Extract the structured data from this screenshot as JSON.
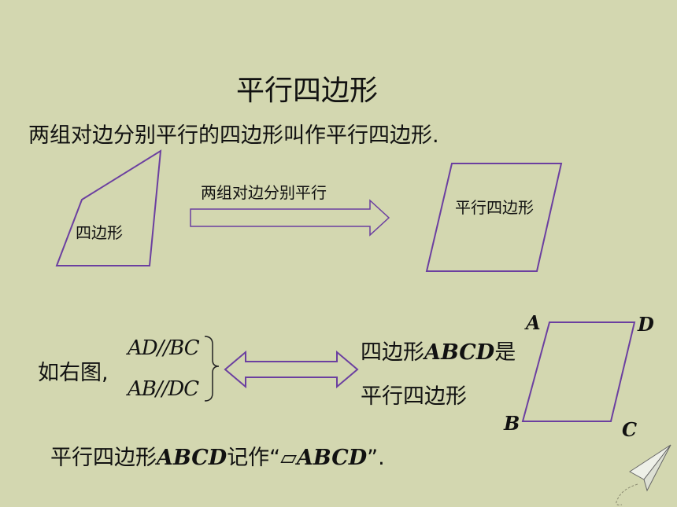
{
  "title": "平行四边形",
  "definition": "两组对边分别平行的四边形叫作平行四边形.",
  "diagram": {
    "quad_label": "四边形",
    "arrow_label": "两组对边分别平行",
    "para_label": "平行四边形"
  },
  "example": {
    "prefix": "如右图,",
    "cond1": "AD//BC",
    "cond2": "AB//DC",
    "result_line1_pre": "四边形",
    "result_line1_abcd": "ABCD",
    "result_line1_post": "是",
    "result_line2": "平行四边形"
  },
  "vertices": {
    "a": "A",
    "b": "B",
    "c": "C",
    "d": "D"
  },
  "notation": {
    "pre": "平行四边形",
    "abcd": "ABCD",
    "mid": "记作“",
    "symbol": "▱",
    "abcd2": "ABCD",
    "end": "”."
  },
  "colors": {
    "shape_stroke": "#6b3fa0",
    "background": "#d3d7b0"
  },
  "icons": [
    "paper-plane-icon"
  ]
}
